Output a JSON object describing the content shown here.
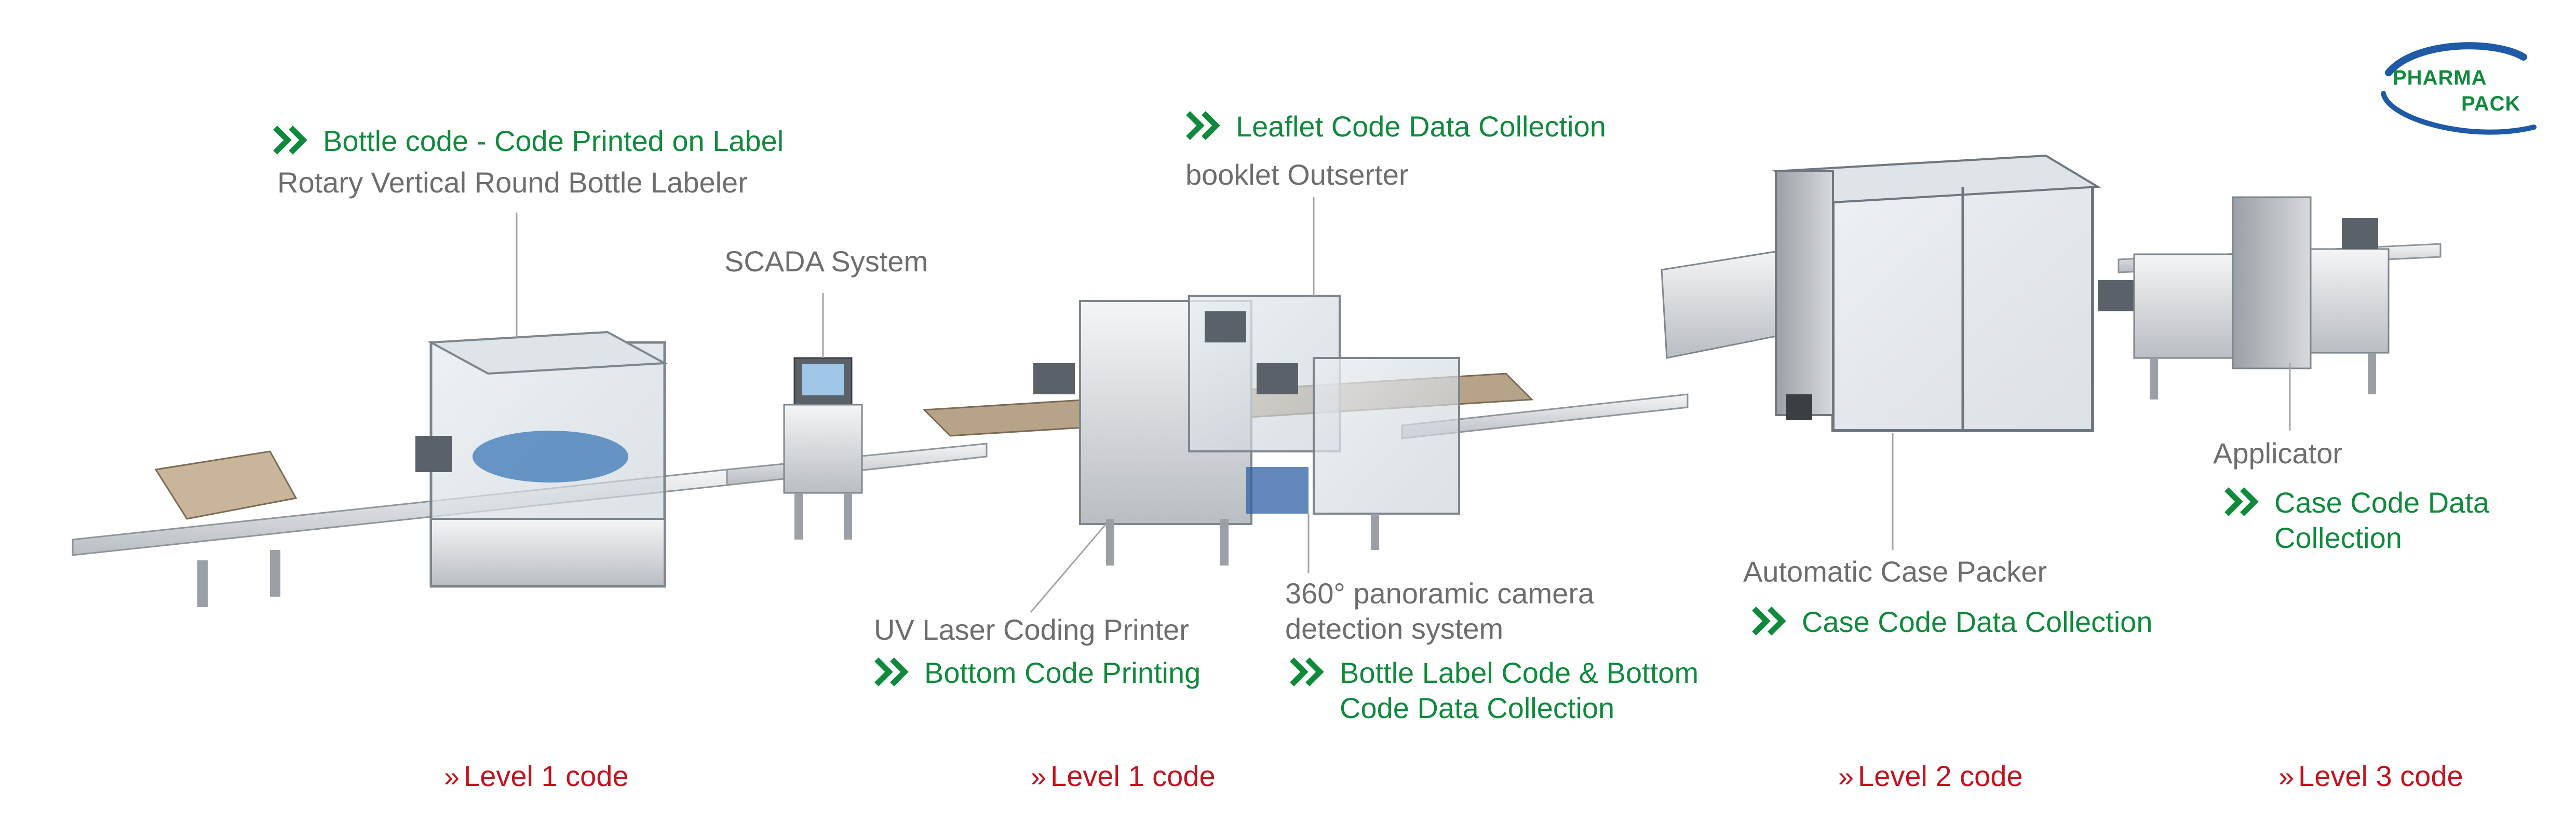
{
  "brand": {
    "line1": "PHARMA",
    "line2": "PACK"
  },
  "machines": {
    "labeler": "Rotary Vertical Round Bottle Labeler",
    "scada": "SCADA System",
    "outserter": "booklet Outserter",
    "uv_printer": "UV Laser Coding Printer",
    "camera_line1": "360° panoramic camera",
    "camera_line2": "detection system",
    "case_packer": "Automatic Case Packer",
    "applicator": "Applicator"
  },
  "processes": {
    "bottle_code": "Bottle code - Code Printed on Label",
    "leaflet": "Leaflet Code Data Collection",
    "bottom_print": "Bottom Code Printing",
    "label_bottom_line1": "Bottle Label Code & Bottom",
    "label_bottom_line2": "Code Data Collection",
    "case_code": "Case Code Data Collection",
    "applicator_case_line1": "Case Code Data",
    "applicator_case_line2": "Collection"
  },
  "levels": {
    "level_a": "Level 1 code",
    "level_b": "Level 1 code",
    "level_c": "Level 2 code",
    "level_d": "Level 3 code"
  },
  "colors": {
    "process_green": "#0f8a3c",
    "level_red": "#c4121f",
    "machine_gray": "#6d6d6d",
    "brand_blue": "#1f5aa6"
  },
  "icons": {
    "process": "double-chevron-right-icon",
    "level": "double-angle-quote-icon"
  }
}
